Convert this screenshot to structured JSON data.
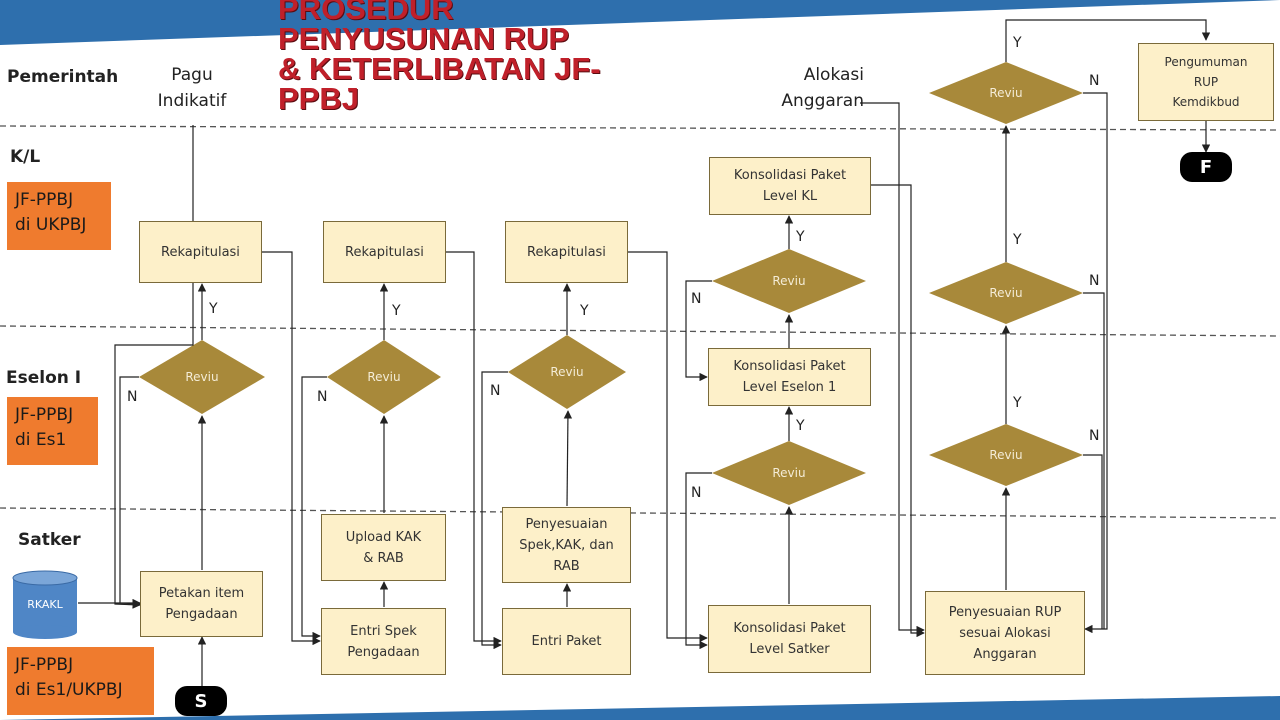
{
  "title": "PROSEDUR PENYUSUNAN RUP & KETERLIBATAN JF-PPBJ",
  "title_lines": [
    "PROSEDUR",
    "PENYUSUNAN RUP",
    "& KETERLIBATAN JF-",
    "PPBJ"
  ],
  "lanes": {
    "pemerintah": "Pemerintah",
    "kl": "K/L",
    "eselon": "Eselon I",
    "satker": "Satker"
  },
  "roles": {
    "ukpbj": [
      "JF-PPBJ",
      "di UKPBJ"
    ],
    "es1": [
      "JF-PPBJ",
      "di Es1"
    ],
    "es1_ukpbj": [
      "JF-PPBJ",
      "di Es1/UKPBJ"
    ]
  },
  "inputs": {
    "pagu": [
      "Pagu",
      "Indikatif"
    ],
    "alokasi": [
      "Alokasi",
      "Anggaran"
    ],
    "rkakl": "RKAKL"
  },
  "terminals": {
    "start": "S",
    "finish": "F"
  },
  "boxes": {
    "petakan": [
      "Petakan item",
      "Pengadaan"
    ],
    "rekap1": "Rekapitulasi",
    "rekap2": "Rekapitulasi",
    "rekap3": "Rekapitulasi",
    "entri_spek": [
      "Entri Spek",
      "Pengadaan"
    ],
    "upload_kak": [
      "Upload KAK",
      "& RAB"
    ],
    "entri_paket": "Entri Paket",
    "penyesuaian_spek": [
      "Penyesuaian",
      "Spek,KAK, dan",
      "RAB"
    ],
    "kons_satker": [
      "Konsolidasi Paket",
      "Level Satker"
    ],
    "kons_es1": [
      "Konsolidasi Paket",
      "Level Eselon 1"
    ],
    "kons_kl": [
      "Konsolidasi Paket",
      "Level KL"
    ],
    "penyesuaian_rup": [
      "Penyesuaian RUP",
      "sesuai Alokasi",
      "Anggaran"
    ],
    "pengumuman": [
      "Pengumuman",
      "RUP",
      "Kemdikbud"
    ]
  },
  "reviu_label": "Reviu",
  "decision_labels": {
    "yes": "Y",
    "no": "N"
  },
  "colors": {
    "background": "#2e6fad",
    "slide": "#ffffff",
    "diamond": "#a8893a",
    "box_fill": "#fdf0c9",
    "role_box": "#ef7b2e",
    "title": "#c0202a",
    "cylinder": "#4f86c6"
  }
}
